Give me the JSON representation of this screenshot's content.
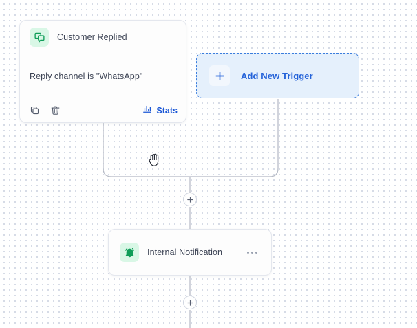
{
  "canvas": {
    "background_color": "#ffffff",
    "dot_color": "#c9cfdd",
    "connector_color": "#b3b8c4"
  },
  "trigger_card": {
    "icon": "chat-bubbles-icon",
    "icon_color": "#0f9d58",
    "icon_bg": "#d9f7e6",
    "title": "Customer Replied",
    "condition": "Reply channel is \"WhatsApp\"",
    "footer": {
      "duplicate_icon": "duplicate-icon",
      "delete_icon": "trash-icon",
      "stats_icon": "bar-chart-icon",
      "stats_label": "Stats",
      "stats_color": "#1b57d6"
    }
  },
  "add_trigger": {
    "icon": "plus-icon",
    "label": "Add New Trigger",
    "accent_color": "#2563d9",
    "fill_color": "#e5f0fc",
    "border_style": "dashed"
  },
  "action_card": {
    "icon": "bell-icon",
    "icon_color": "#0f9d58",
    "icon_bg": "#d9f7e6",
    "title": "Internal Notification",
    "menu_icon": "ellipsis-icon"
  },
  "connector_nodes": [
    {
      "name": "merge-add-step",
      "icon": "plus-icon"
    },
    {
      "name": "after-action-add-step",
      "icon": "plus-icon"
    }
  ],
  "cursor": {
    "type": "grab-hand-cursor"
  }
}
